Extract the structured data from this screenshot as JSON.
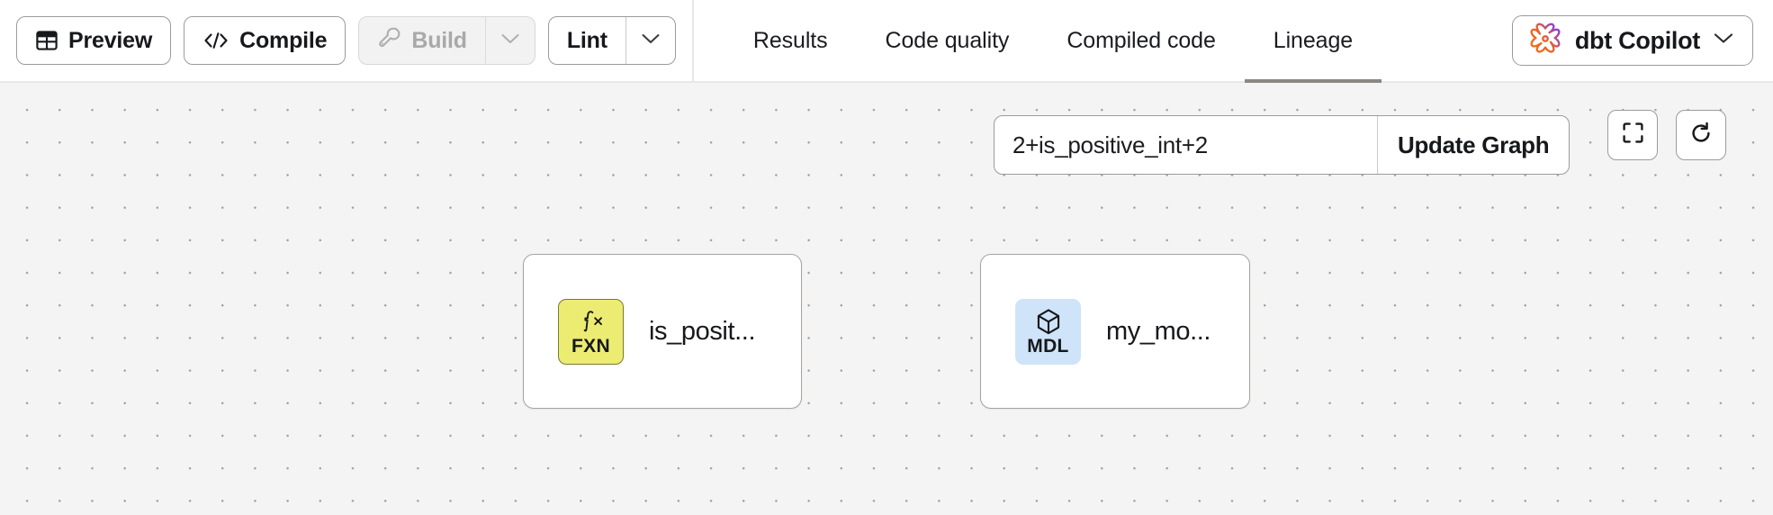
{
  "toolbar": {
    "preview": {
      "label": "Preview",
      "icon": "table-grid-icon",
      "enabled": true
    },
    "compile": {
      "label": "Compile",
      "icon": "code-brackets-icon",
      "enabled": true
    },
    "build": {
      "label": "Build",
      "icon": "wrench-icon",
      "enabled": false,
      "caret_icon": "chevron-down-icon"
    },
    "lint": {
      "label": "Lint",
      "enabled": true,
      "caret_icon": "chevron-down-icon"
    }
  },
  "tabs": [
    {
      "label": "Results",
      "active": false
    },
    {
      "label": "Code quality",
      "active": false
    },
    {
      "label": "Compiled code",
      "active": false
    },
    {
      "label": "Lineage",
      "active": true
    }
  ],
  "copilot": {
    "label": "dbt Copilot",
    "icon": "dbt-copilot-atom-icon",
    "caret_icon": "chevron-down-icon"
  },
  "graph_controls": {
    "selector_value": "2+is_positive_int+2",
    "selector_placeholder": "",
    "update_label": "Update Graph",
    "fit_view_icon": "fullscreen-expand-icon",
    "refresh_icon": "refresh-clockwise-icon"
  },
  "lineage": {
    "nodes": [
      {
        "id": "is_positive_int",
        "label": "is_posit...",
        "badge_text": "FXN",
        "badge_glyph": "fx",
        "badge_icon": "function-fx-icon",
        "badge_color": "#ecec73",
        "badge_border": "#7a7a2e"
      },
      {
        "id": "my_model",
        "label": "my_mo...",
        "badge_text": "MDL",
        "badge_icon": "cube-3d-icon",
        "badge_color": "#cfe4f9"
      }
    ],
    "edges": [
      {
        "from": "is_positive_int",
        "to": "my_model",
        "arrow": true
      }
    ]
  },
  "colors": {
    "canvas_bg": "#f4f4f5",
    "canvas_dot": "#9ea0a3",
    "header_bg": "#ffffff",
    "border": "#9b9b9b",
    "active_tab_underline": "#8b8785",
    "edge": "#8e8e8e",
    "fxn_badge": "#ecec73",
    "mdl_badge": "#cfe4f9",
    "copilot_orange": "#e8622a",
    "copilot_purple": "#7c3aed"
  }
}
